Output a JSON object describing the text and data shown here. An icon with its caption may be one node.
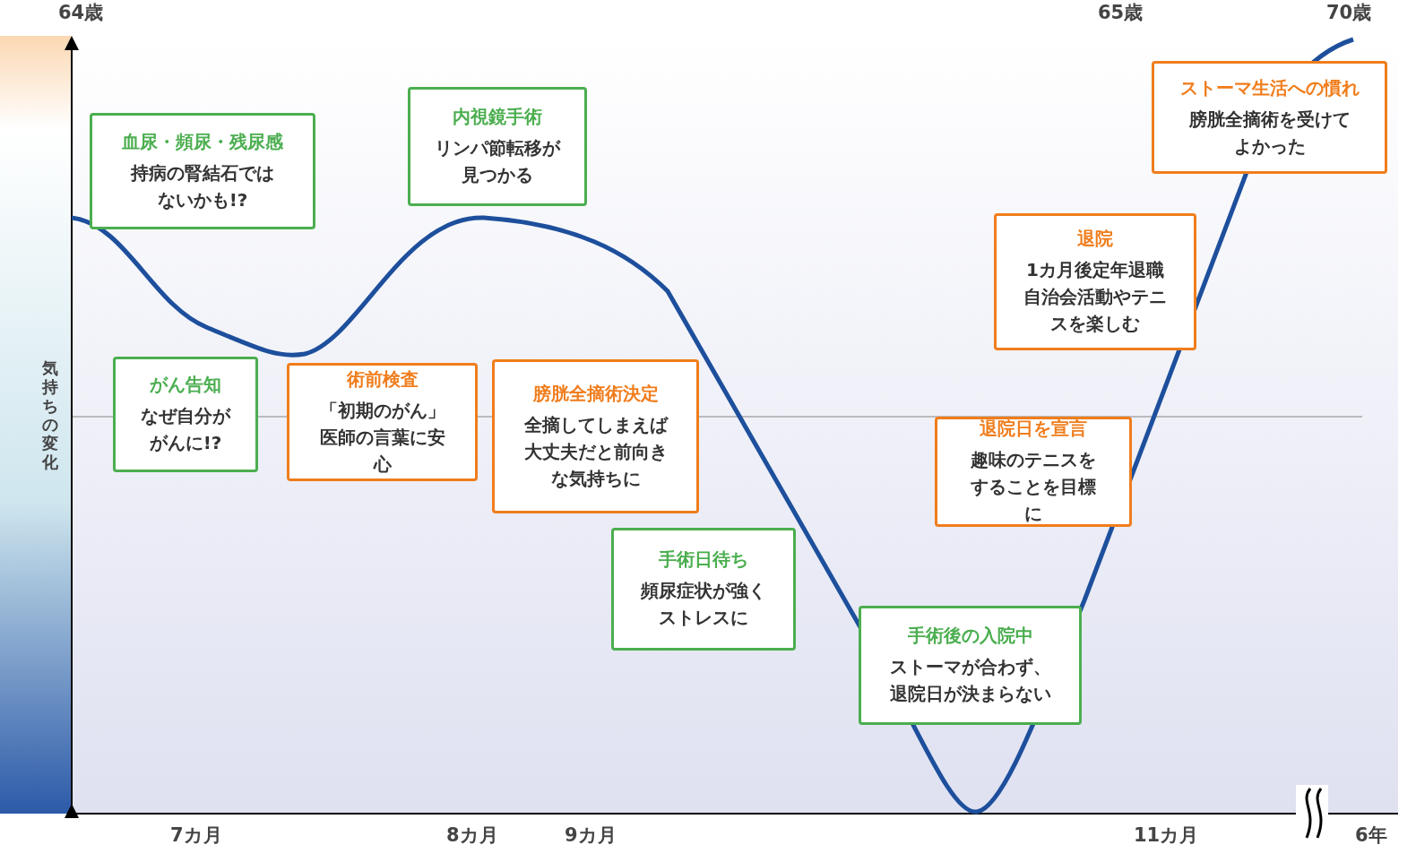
{
  "diagram": {
    "nodes": [
      {
        "text": [
          "血尿・頻尿・残尿感",
          "持病の腎結石ではないかも!?"
        ]
      },
      {
        "text": [
          "がん告知",
          "なぜ自分ががんに!?"
        ]
      },
      {
        "text": [
          "術前検査",
          "「初期のがん」医師の言葉に安心"
        ]
      },
      {
        "text": [
          "内視鏡手術",
          "リンパ節転移が見つかる"
        ]
      },
      {
        "text": [
          "膀胱全摘術決定",
          "全摘してしまえば大丈夫だと前向きな気持ちに"
        ]
      },
      {
        "text": [
          "手術日待ち",
          "頻尿症状が強くストレスに"
        ]
      },
      {
        "text": [
          "手術後の入院中",
          "ストーマが合わず、退院日が決まらない"
        ]
      },
      {
        "text": [
          "退院日を宣言",
          "趣味のテニスをすることを目標に"
        ]
      },
      {
        "text": [
          "退院",
          "1カ月後定年退職自治会活動やテニスを楽しむ"
        ]
      },
      {
        "text": [
          "ストーマ生活への慣れ",
          "膀胱全摘術を受けてよかった"
        ]
      }
    ],
    "labels": [
      "64歳",
      "65歳",
      "70歳",
      "気持ちの変化",
      "7カ月",
      "8カ月",
      "9カ月",
      "11カ月",
      "6年"
    ]
  }
}
